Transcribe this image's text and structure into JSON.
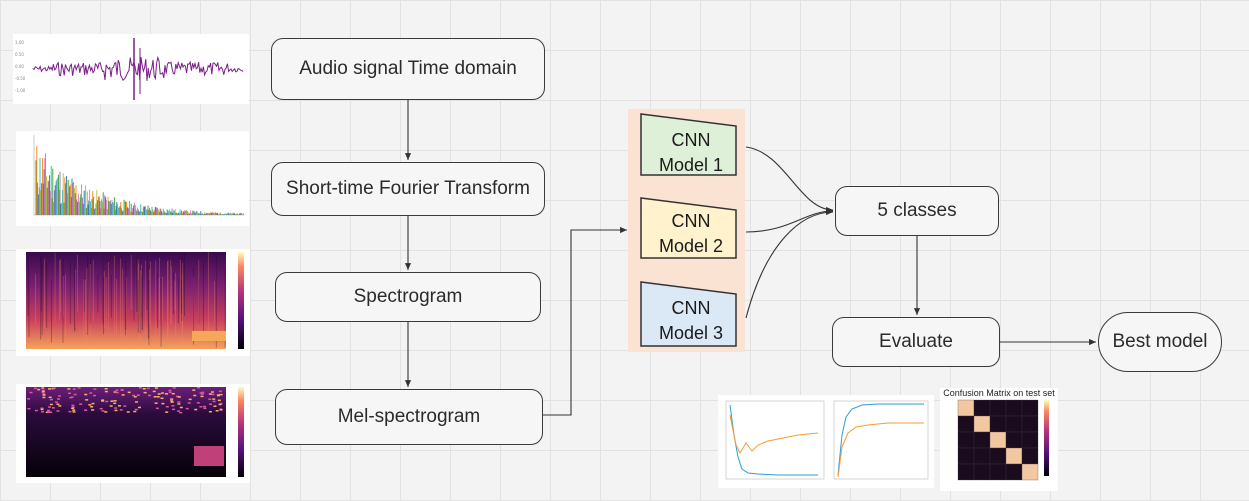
{
  "flow": {
    "audio": "Audio signal Time domain",
    "stft": "Short-time Fourier Transform",
    "spectrogram": "Spectrogram",
    "mel": "Mel-spectrogram",
    "classes": "5 classes",
    "evaluate": "Evaluate",
    "best": "Best model"
  },
  "models": [
    {
      "line1": "CNN",
      "line2": "Model 1",
      "color": "#dff0d8"
    },
    {
      "line1": "CNN",
      "line2": "Model 2",
      "color": "#fff2cc"
    },
    {
      "line1": "CNN",
      "line2": "Model 3",
      "color": "#dbe8f5"
    }
  ],
  "thumbnails": {
    "confusion_title": "Confusion Matrix on test set"
  },
  "colors": {
    "panel": "#fbe3d4",
    "waveform": "#7a1d8a",
    "connector": "#333333"
  }
}
